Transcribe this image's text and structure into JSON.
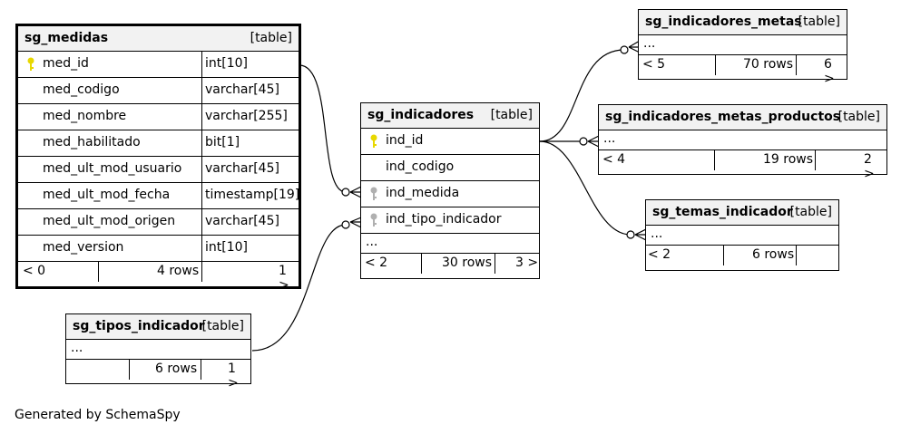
{
  "tables": {
    "sg_medidas": {
      "name": "sg_medidas",
      "kind": "[table]",
      "columns": [
        {
          "name": "med_id",
          "type": "int[10]"
        },
        {
          "name": "med_codigo",
          "type": "varchar[45]"
        },
        {
          "name": "med_nombre",
          "type": "varchar[255]"
        },
        {
          "name": "med_habilitado",
          "type": "bit[1]"
        },
        {
          "name": "med_ult_mod_usuario",
          "type": "varchar[45]"
        },
        {
          "name": "med_ult_mod_fecha",
          "type": "timestamp[19]"
        },
        {
          "name": "med_ult_mod_origen",
          "type": "varchar[45]"
        },
        {
          "name": "med_version",
          "type": "int[10]"
        }
      ],
      "footer": {
        "parents": "< 0",
        "rows": "4 rows",
        "children": "1 >"
      }
    },
    "sg_indicadores": {
      "name": "sg_indicadores",
      "kind": "[table]",
      "columns": [
        "ind_id",
        "ind_codigo",
        "ind_medida",
        "ind_tipo_indicador"
      ],
      "ellipsis": "...",
      "footer": {
        "parents": "< 2",
        "rows": "30 rows",
        "children": "3 >"
      }
    },
    "sg_tipos_indicador": {
      "name": "sg_tipos_indicador",
      "kind": "[table]",
      "ellipsis": "...",
      "footer": {
        "parents": "",
        "rows": "6 rows",
        "children": "1 >"
      }
    },
    "sg_indicadores_metas": {
      "name": "sg_indicadores_metas",
      "kind": "[table]",
      "ellipsis": "...",
      "footer": {
        "parents": "< 5",
        "rows": "70 rows",
        "children": "6 >"
      }
    },
    "sg_indicadores_metas_productos": {
      "name": "sg_indicadores_metas_productos",
      "kind": "[table]",
      "ellipsis": "...",
      "footer": {
        "parents": "< 4",
        "rows": "19 rows",
        "children": "2 >"
      }
    },
    "sg_temas_indicador": {
      "name": "sg_temas_indicador",
      "kind": "[table]",
      "ellipsis": "...",
      "footer": {
        "parents": "< 2",
        "rows": "6 rows",
        "children": ""
      }
    }
  },
  "colors": {
    "primary_key": "#e8d800",
    "foreign_key": "#b0b0b0",
    "header_bg": "#f2f2f2"
  },
  "icons": {
    "primary_key": "key-icon",
    "foreign_key": "key-icon"
  },
  "footer_note": "Generated by SchemaSpy"
}
